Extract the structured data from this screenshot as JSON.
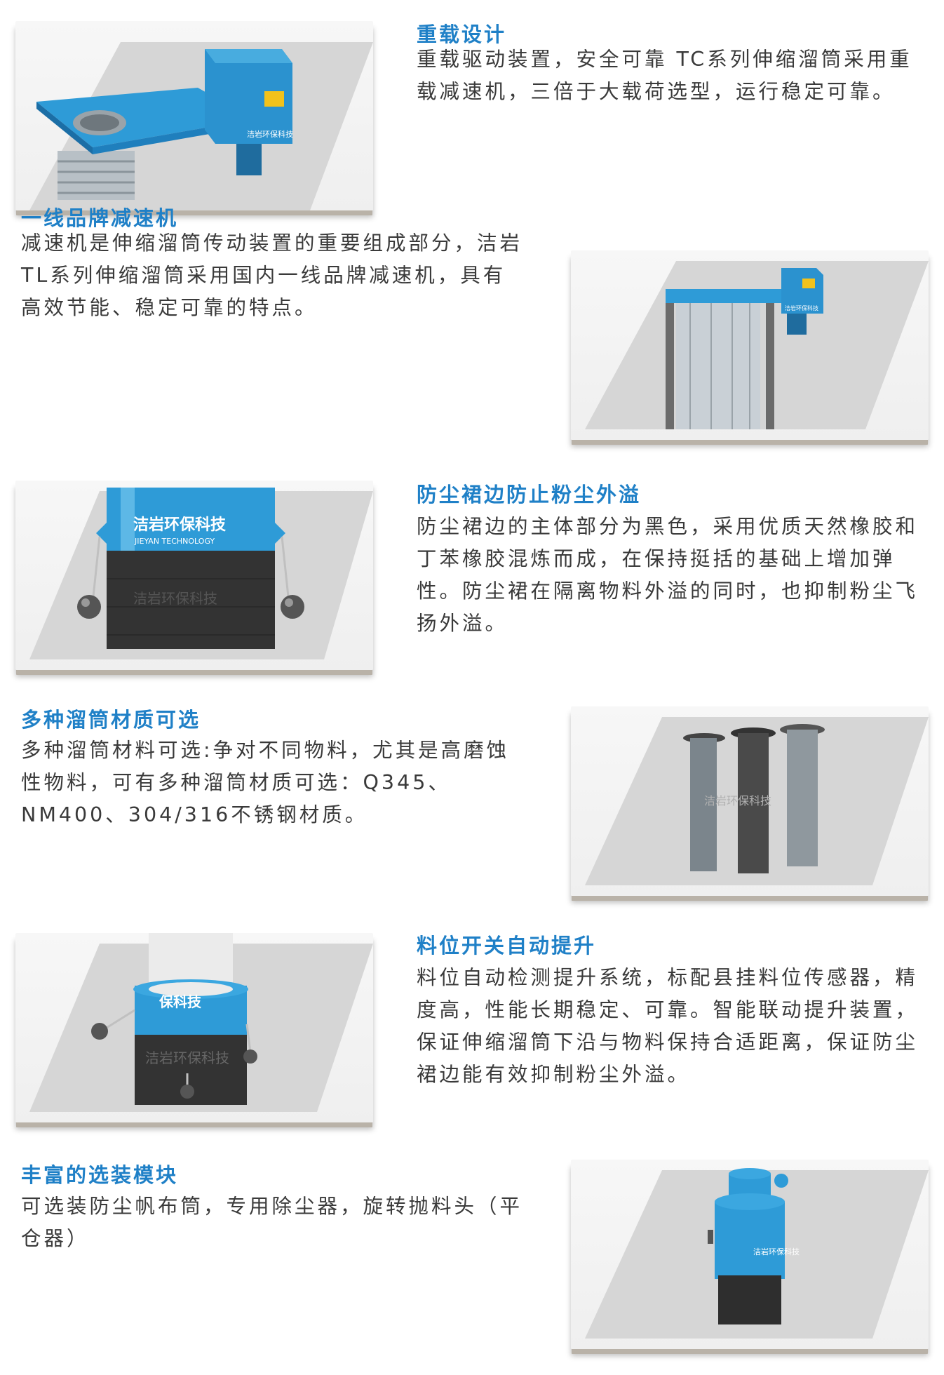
{
  "colors": {
    "accent": "#1f80c7",
    "body_text": "#3a3a3a",
    "machine_blue": "#2e9bd7"
  },
  "sections": [
    {
      "title": "重载设计",
      "body": "重载驱动装置，安全可靠 TC系列伸缩溜筒采用重载减速机，三倍于大载荷选型，运行稳定可靠。",
      "image": "heavy-drive-unit"
    },
    {
      "title": "一线品牌减速机",
      "body": "减速机是伸缩溜筒传动装置的重要组成部分，洁岩TL系列伸缩溜筒采用国内一线品牌减速机，具有高效节能、稳定可靠的特点。",
      "image": "reducer-assembly"
    },
    {
      "title": "防尘裙边防止粉尘外溢",
      "body": "防尘裙边的主体部分为黑色，采用优质天然橡胶和丁苯橡胶混炼而成，在保持挺括的基础上增加弹性。防尘裙在隔离物料外溢的同时，也抑制粉尘飞扬外溢。",
      "image": "dust-skirt",
      "logo_cn": "洁岩环保科技",
      "logo_en": "JIEYAN TECHNOLOGY"
    },
    {
      "title": "多种溜筒材质可选",
      "body": "多种溜筒材料可选:争对不同物料，尤其是高磨蚀性物料，可有多种溜筒材质可选：Q345、NM400、304/316不锈钢材质。",
      "image": "chute-tubes"
    },
    {
      "title": "料位开关自动提升",
      "body": "料位自动检测提升系统，标配县挂料位传感器，精度高，性能长期稳定、可靠。智能联动提升装置，保证伸缩溜筒下沿与物料保持合适距离，保证防尘裙边能有效抑制粉尘外溢。",
      "image": "level-switch"
    },
    {
      "title": "丰富的选装模块",
      "body": "可选装防尘帆布筒，专用除尘器，旋转抛料头（平仓器）",
      "image": "optional-modules"
    }
  ]
}
